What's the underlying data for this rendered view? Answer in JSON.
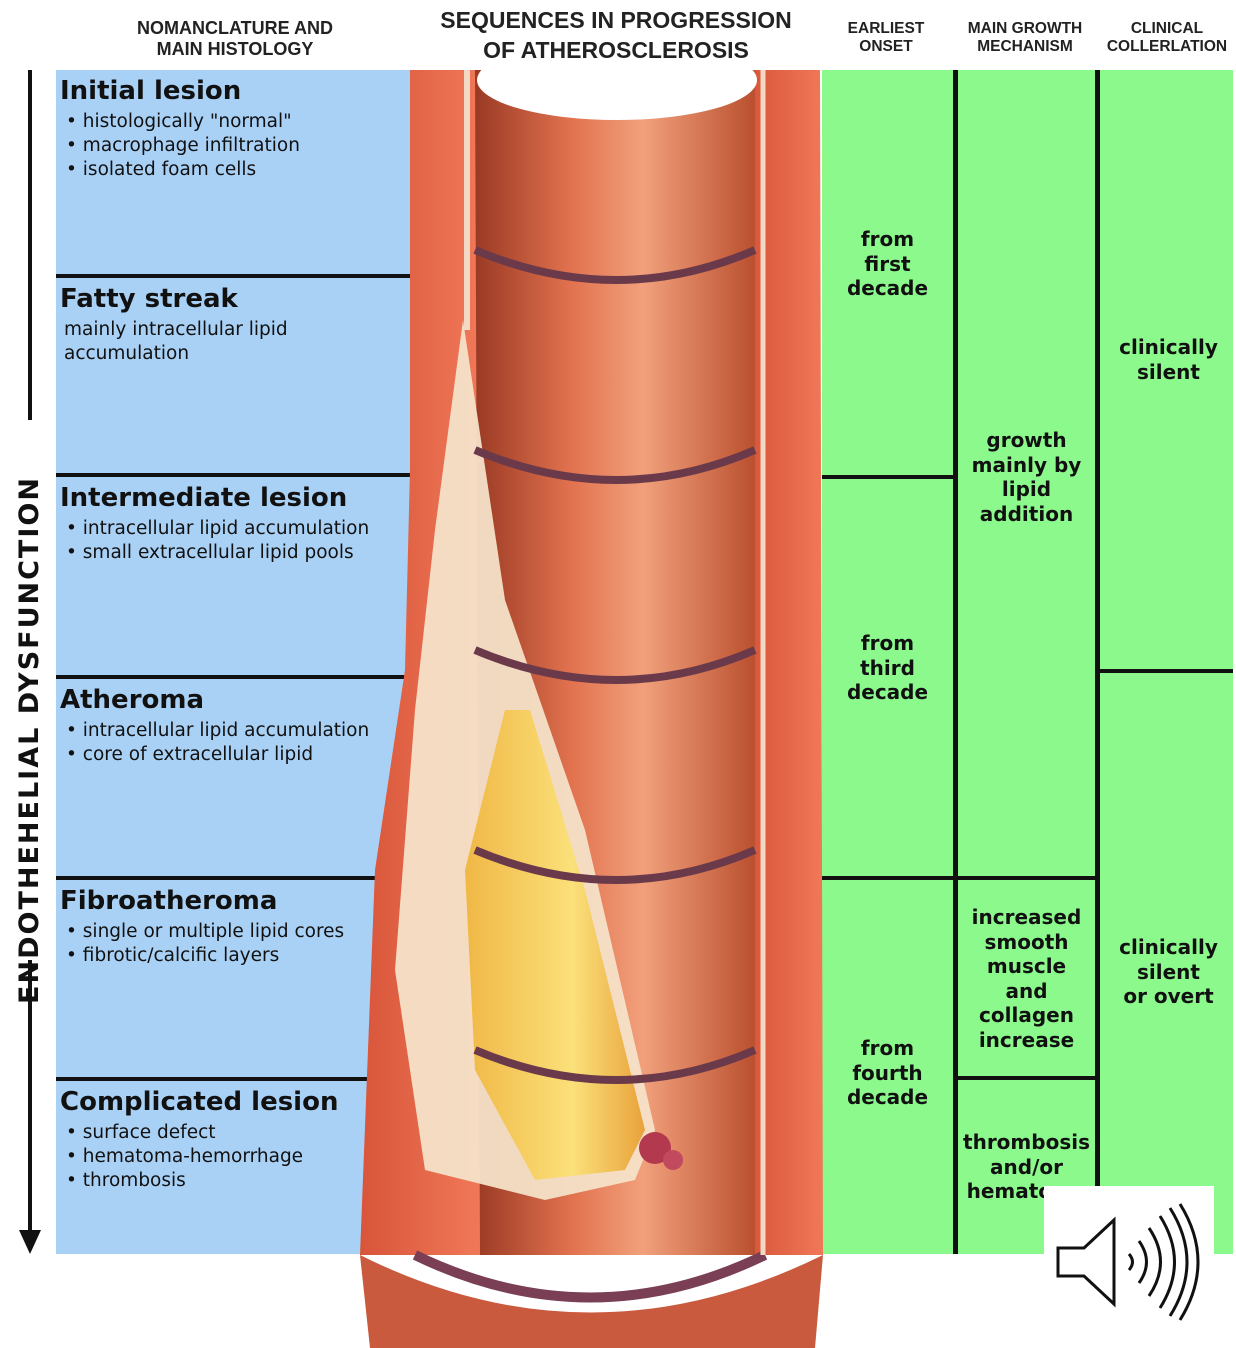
{
  "headers": {
    "left": [
      "NOMANCLATURE AND",
      "MAIN HISTOLOGY"
    ],
    "middle": [
      "SEQUENCES IN PROGRESSION",
      "OF ATHEROSCLEROSIS"
    ],
    "onset": [
      "EARLIEST",
      "ONSET"
    ],
    "growth": [
      "MAIN GROWTH",
      "MECHANISM"
    ],
    "clinical": [
      "CLINICAL",
      "COLLERLATION"
    ]
  },
  "side_label": "ENDOTHEHELIAL DYSFUNCTION",
  "stages": [
    {
      "title": "Initial lesion",
      "items": [
        "histologically \"normal\"",
        "macrophage infiltration",
        "isolated foam cells"
      ]
    },
    {
      "title": "Fatty streak",
      "text": "mainly intracellular lipid accumulation"
    },
    {
      "title": "Intermediate lesion",
      "items": [
        "intracellular lipid accumulation",
        "small extracellular lipid pools"
      ]
    },
    {
      "title": "Atheroma",
      "items": [
        "intracellular lipid accumulation",
        "core of extracellular lipid"
      ]
    },
    {
      "title": "Fibroatheroma",
      "items": [
        "single or multiple lipid cores",
        "fibrotic/calcific layers"
      ]
    },
    {
      "title": "Complicated lesion",
      "items": [
        "surface defect",
        "hematoma-hemorrhage",
        "thrombosis"
      ]
    }
  ],
  "onset": [
    [
      "from",
      "first",
      "decade"
    ],
    [
      "from",
      "third",
      "decade"
    ],
    [
      "from",
      "fourth",
      "decade"
    ]
  ],
  "growth": [
    [
      "growth",
      "mainly by",
      "lipid",
      "addition"
    ],
    [
      "increased",
      "smooth",
      "muscle",
      "and",
      "collagen",
      "increase"
    ],
    [
      "thrombosis",
      "and/or",
      "hematoma"
    ]
  ],
  "clinical": [
    [
      "clinically",
      "silent"
    ],
    [
      "clinically",
      "silent",
      "or overt"
    ]
  ],
  "colors": {
    "histology_band": "#a9d0f5",
    "columns": "#8cf98c",
    "artery_wall": "#e5654a",
    "lipid": "#f7d25a"
  },
  "icons": {
    "audio": "speaker-icon"
  }
}
